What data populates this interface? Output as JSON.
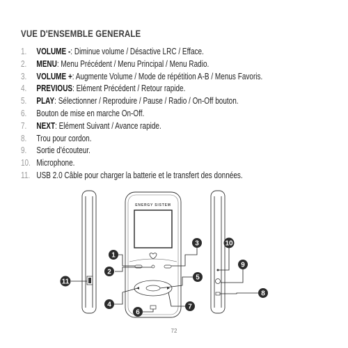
{
  "title": "VUE D'ENSEMBLE GENERALE",
  "items": [
    {
      "num": "1.",
      "label": "VOLUME -",
      "desc": ": Diminue volume / Désactive LRC / Efface."
    },
    {
      "num": "2.",
      "label": "MENU",
      "desc": ": Menu Précédent / Menu Principal / Menu Radio."
    },
    {
      "num": "3.",
      "label": "VOLUME +",
      "desc": ": Augmente Volume / Mode de répétition A-B / Menus Favoris."
    },
    {
      "num": "4.",
      "label": "PREVIOUS",
      "desc": ": Elément Précédent / Retour rapide."
    },
    {
      "num": "5.",
      "label": "PLAY",
      "desc": ": Sélectionner / Reproduire / Pause / Radio / On-Off bouton."
    },
    {
      "num": "6.",
      "label": "",
      "desc": "Bouton de mise en marche On-Off."
    },
    {
      "num": "7.",
      "label": "NEXT",
      "desc": ": Elément Suivant / Avance rapide."
    },
    {
      "num": "8.",
      "label": "",
      "desc": "Trou pour cordon."
    },
    {
      "num": "9.",
      "label": "",
      "desc": "Sortie d'écouteur."
    },
    {
      "num": "10.",
      "label": "",
      "desc": "Microphone."
    },
    {
      "num": "11.",
      "label": "",
      "desc": "USB 2.0 Câble pour charger la batterie et le transfert des données."
    }
  ],
  "device": {
    "brand": "ENERGY SISTEM"
  },
  "callouts": {
    "c1": "1",
    "c2": "2",
    "c3": "3",
    "c4": "4",
    "c5": "5",
    "c6": "6",
    "c7": "7",
    "c8": "8",
    "c9": "9",
    "c10": "10",
    "c11": "11"
  },
  "page_number": "72"
}
